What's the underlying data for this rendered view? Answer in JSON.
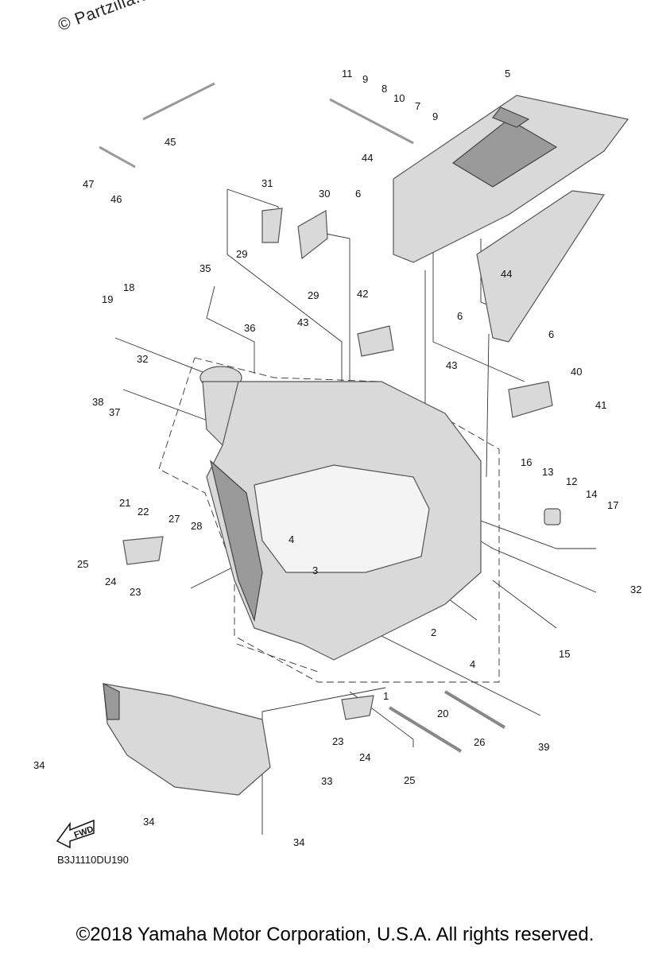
{
  "watermark": "© Partzilla.com",
  "reference_code": "B3J1110DU190",
  "copyright": "©2018 Yamaha Motor Corporation, U.S.A. All rights reserved.",
  "fwd_label": "FWD",
  "callouts": [
    "1",
    "2",
    "3",
    "4",
    "5",
    "6",
    "7",
    "8",
    "9",
    "10",
    "11",
    "12",
    "13",
    "14",
    "15",
    "16",
    "17",
    "18",
    "19",
    "20",
    "21",
    "22",
    "23",
    "24",
    "25",
    "26",
    "27",
    "28",
    "29",
    "30",
    "31",
    "32",
    "33",
    "34",
    "35",
    "36",
    "37",
    "38",
    "39",
    "40",
    "41",
    "42",
    "43",
    "44",
    "45",
    "46",
    "47"
  ]
}
